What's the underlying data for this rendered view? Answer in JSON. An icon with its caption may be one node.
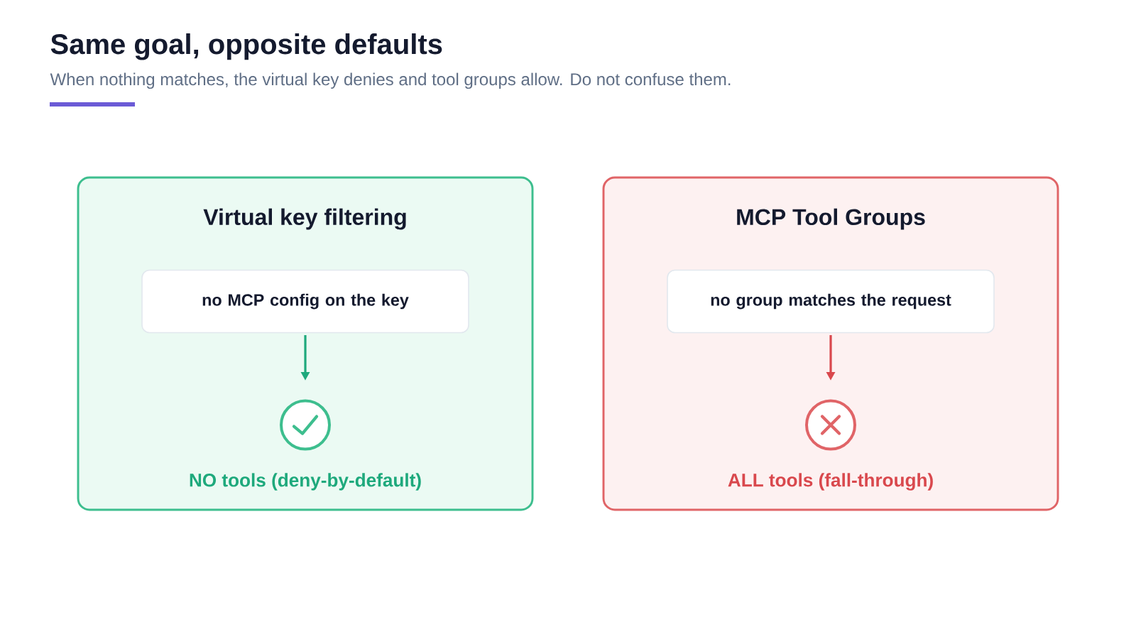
{
  "diagram": {
    "title": "Same goal, opposite defaults",
    "nodes": [
      {
        "text": [
          "Virtual key filtering"
        ]
      },
      {
        "text": [
          "no MCP config on the key"
        ],
        "in": 0
      },
      {
        "text": [],
        "shape": "circle",
        "in": 0,
        "beside": [
          "NO tools (deny-by-default)"
        ]
      },
      {
        "text": [
          "MCP Tool Groups"
        ]
      },
      {
        "text": [
          "no group matches the request"
        ],
        "in": 3
      },
      {
        "text": [],
        "shape": "circle",
        "in": 3,
        "beside": [
          "ALL tools (fall-through)"
        ]
      }
    ],
    "edges": [
      {
        "from": 1,
        "to": 2,
        "arrow": "to",
        "color": "#1ea97c"
      },
      {
        "from": 4,
        "to": 5,
        "arrow": "to",
        "color": "#d9484d"
      }
    ],
    "labels": [
      "When nothing matches, the virtual key denies and tool groups allow. Do not confuse them."
    ]
  }
}
